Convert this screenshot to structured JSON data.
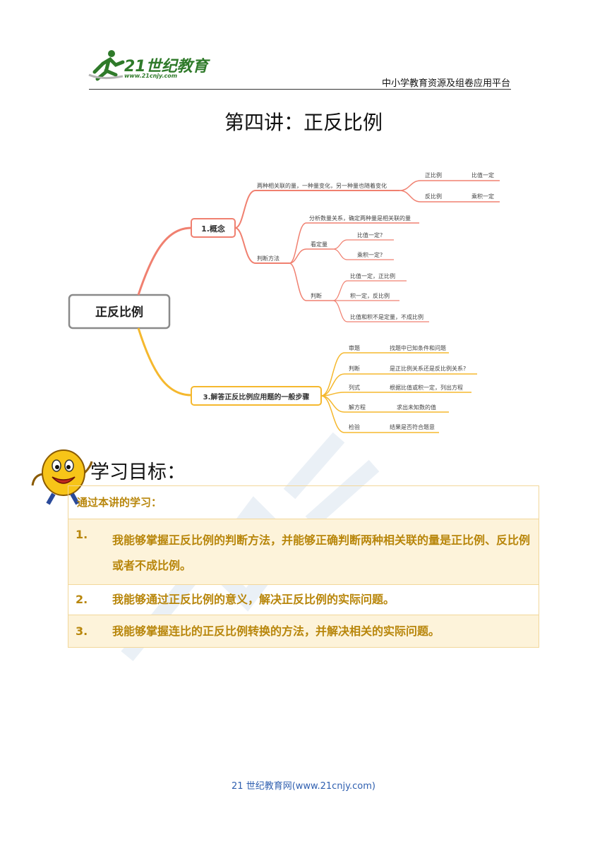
{
  "header": {
    "logo_text": "21世纪教育",
    "logo_url": "www.21cnjy.com",
    "right": "中小学教育资源及组卷应用平台"
  },
  "title": "第四讲：正反比例",
  "mindmap": {
    "root": "正反比例",
    "concept": {
      "label": "1.概念",
      "def": "两种相关联的量，一种量变化，另一种量也随着变化",
      "direct": "正比例",
      "direct_rule": "比值一定",
      "inverse": "反比例",
      "inverse_rule": "乘积一定",
      "method": "判断方法",
      "analyze": "分析数量关系，确定两种量是相关联的量",
      "look": "看定量",
      "q1": "比值一定?",
      "q2": "乘积一定?",
      "judge": "判断",
      "j1": "比值一定，正比例",
      "j2": "积一定，反比例",
      "j3": "比值和积不是定量，不成比例"
    },
    "steps": {
      "label": "3.解答正反比例应用题的一般步骤",
      "items": [
        {
          "name": "审题",
          "desc": "找题中已知条件和问题"
        },
        {
          "name": "判断",
          "desc": "是正比例关系还是反比例关系?"
        },
        {
          "name": "列式",
          "desc": "根据比值或积一定，列出方程"
        },
        {
          "name": "解方程",
          "desc": "求出未知数的值"
        },
        {
          "name": "检验",
          "desc": "结果是否符合题意"
        }
      ]
    }
  },
  "goals": {
    "title": "学习目标：",
    "intro": "通过本讲的学习：",
    "items": [
      {
        "num": "1.",
        "text": "我能够掌握正反比例的判断方法，并能够正确判断两种相关联的量是正比例、反比例或者不成比例。"
      },
      {
        "num": "2.",
        "text": "我能够通过正反比例的意义，解决正反比例的实际问题。"
      },
      {
        "num": "3.",
        "text": "我能够掌握连比的正反比例转换的方法，并解决相关的实际问题。"
      }
    ]
  },
  "footer": "21 世纪教育网(www.21cnjy.com)",
  "colors": {
    "concept": "#f08070",
    "steps": "#f5b82e",
    "goal_text": "#b8860b",
    "goal_border": "#f2d79a"
  }
}
